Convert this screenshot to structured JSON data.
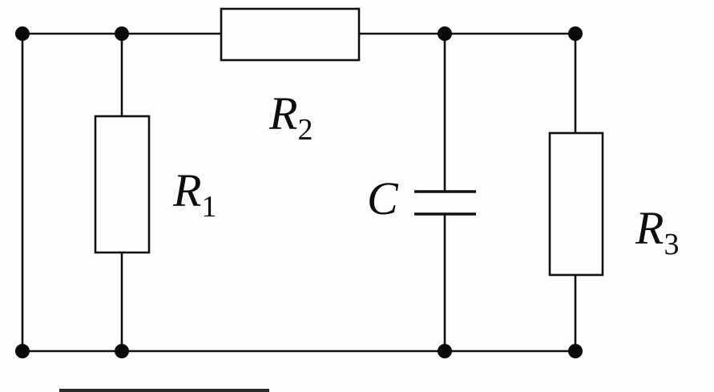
{
  "diagram": {
    "description": "Circuit schematic with two parallel branches (R1 resistor and series R2 feeding a capacitor C in parallel with resistor R3)",
    "colors": {
      "line": "#111111",
      "background": "#fdfdfc"
    },
    "components": {
      "r1": {
        "label": "R",
        "subscript": "1"
      },
      "r2": {
        "label": "R",
        "subscript": "2"
      },
      "r3": {
        "label": "R",
        "subscript": "3"
      },
      "c": {
        "label": "C"
      }
    }
  }
}
